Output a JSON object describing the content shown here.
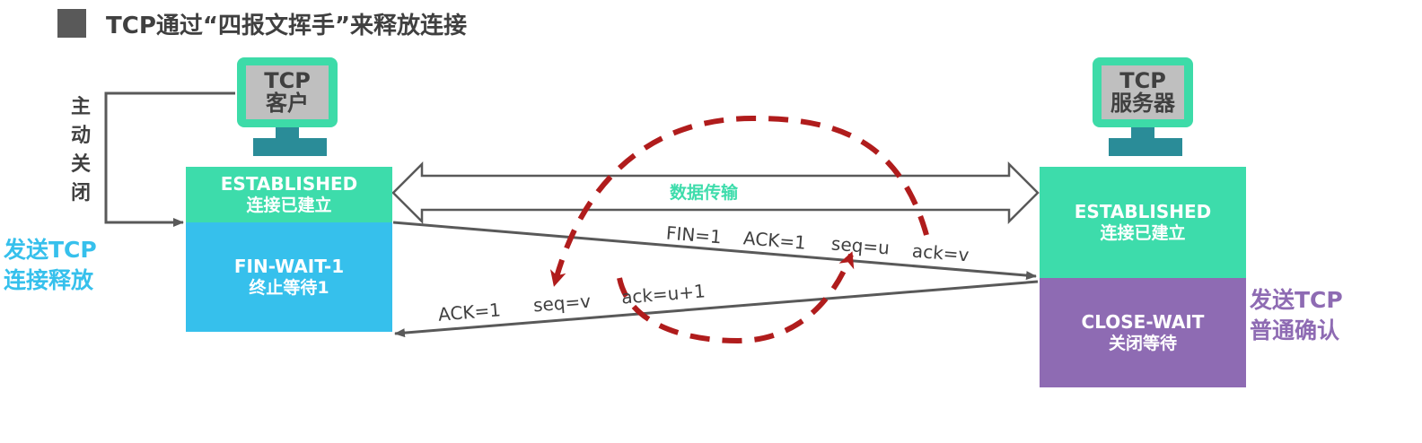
{
  "title": "TCP通过“四报文挥手”来释放连接",
  "client": {
    "label_line1": "TCP",
    "label_line2": "客户",
    "state1_en": "ESTABLISHED",
    "state1_cn": "连接已建立",
    "state2_en": "FIN-WAIT-1",
    "state2_cn": "终止等待1"
  },
  "server": {
    "label_line1": "TCP",
    "label_line2": "服务器",
    "state1_en": "ESTABLISHED",
    "state1_cn": "连接已建立",
    "state2_en": "CLOSE-WAIT",
    "state2_cn": "关闭等待"
  },
  "active_close": {
    "chars": [
      "主",
      "动",
      "关",
      "闭"
    ]
  },
  "client_note": {
    "line1": "发送TCP",
    "line2": "连接释放"
  },
  "server_note": {
    "line1": "发送TCP",
    "line2": "普通确认"
  },
  "data_transfer_label": "数据传输",
  "messages": {
    "fin": {
      "fin": "FIN=1",
      "ack_flag": "ACK=1",
      "seq": "seq=u",
      "ack": "ack=v"
    },
    "ack": {
      "ack_flag": "ACK=1",
      "seq": "seq=v",
      "ack": "ack=u+1"
    }
  },
  "colors": {
    "established": "#3ddcab",
    "fin_wait": "#36c0ec",
    "close_wait": "#8e6bb3",
    "client_note": "#36c0ec",
    "server_note": "#8e6bb3",
    "dashed_loop": "#b01c1c",
    "arrow": "#595959"
  }
}
